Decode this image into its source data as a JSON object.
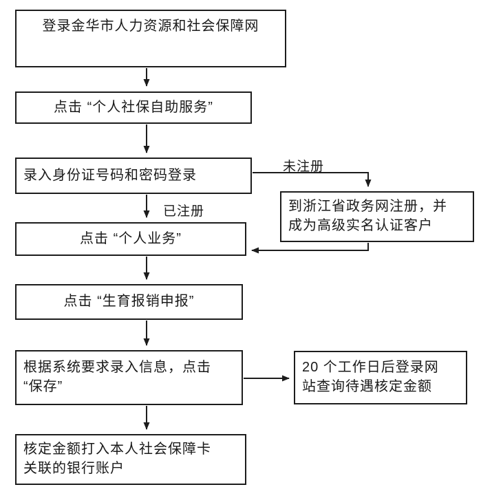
{
  "flowchart": {
    "nodes": {
      "login": {
        "text": "登录金华市人力资源和社会保障网"
      },
      "self_service": {
        "text": "点击 “个人社保自助服务”"
      },
      "credentials": {
        "text": "录入身份证号码和密码登录"
      },
      "register": {
        "line1": "到浙江省政务网注册，并",
        "line2": "成为高级实名认证客户"
      },
      "personal_business": {
        "text": "点击 “个人业务”"
      },
      "maternity_declare": {
        "text": "点击 “生育报销申报”"
      },
      "save": {
        "line1": "根据系统要求录入信息，点击",
        "line2": "“保存”"
      },
      "query": {
        "line1": "20 个工作日后登录网",
        "line2": "站查询待遇核定金额"
      },
      "bank": {
        "line1": "核定金额打入本人社会保障卡",
        "line2": "关联的银行账户"
      }
    },
    "labels": {
      "not_registered": "未注册",
      "registered": "已注册"
    },
    "colors": {
      "line": "#1c1c1c",
      "background": "#ffffff"
    }
  }
}
